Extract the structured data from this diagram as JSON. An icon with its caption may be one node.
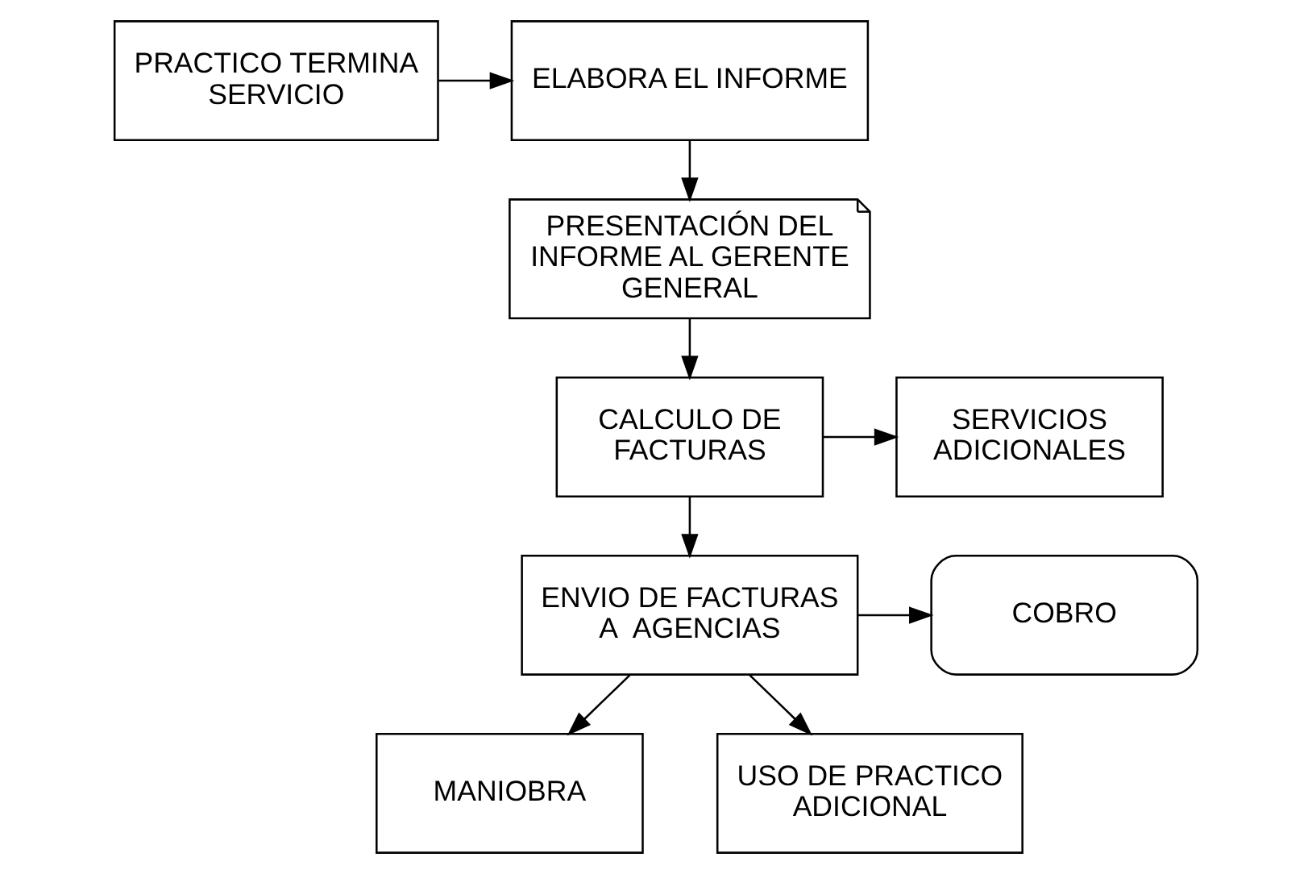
{
  "diagram": {
    "nodes": [
      {
        "text": [
          "PRACTICO TERMINA SERVICIO"
        ]
      },
      {
        "text": [
          "ELABORA EL INFORME"
        ]
      },
      {
        "text": [
          "PRESENTACIÓN DEL INFORME AL GERENTE GENERAL"
        ]
      },
      {
        "text": [
          "CALCULO DE FACTURAS"
        ]
      },
      {
        "text": [
          "MANIOBRA"
        ]
      },
      {
        "text": [
          "SERVICIOS ADICIONALES"
        ]
      },
      {
        "text": [
          "USO DE PRACTICO ADICIONAL"
        ]
      },
      {
        "text": [
          "ENVIO DE FACTURAS A  AGENCIAS"
        ]
      },
      {
        "text": [
          "COBRO"
        ]
      }
    ],
    "edges": [
      {
        "from": 0,
        "to": 1,
        "arrow": "to"
      },
      {
        "from": 1,
        "to": 2,
        "arrow": "to"
      },
      {
        "from": 2,
        "to": 3,
        "arrow": "to"
      },
      {
        "from": 3,
        "to": 7,
        "arrow": "to"
      },
      {
        "from": 3,
        "to": 5,
        "arrow": "to"
      },
      {
        "from": 7,
        "to": 4,
        "arrow": "to"
      },
      {
        "from": 7,
        "to": 6,
        "arrow": "to"
      },
      {
        "from": 7,
        "to": 8,
        "arrow": "to"
      }
    ]
  }
}
